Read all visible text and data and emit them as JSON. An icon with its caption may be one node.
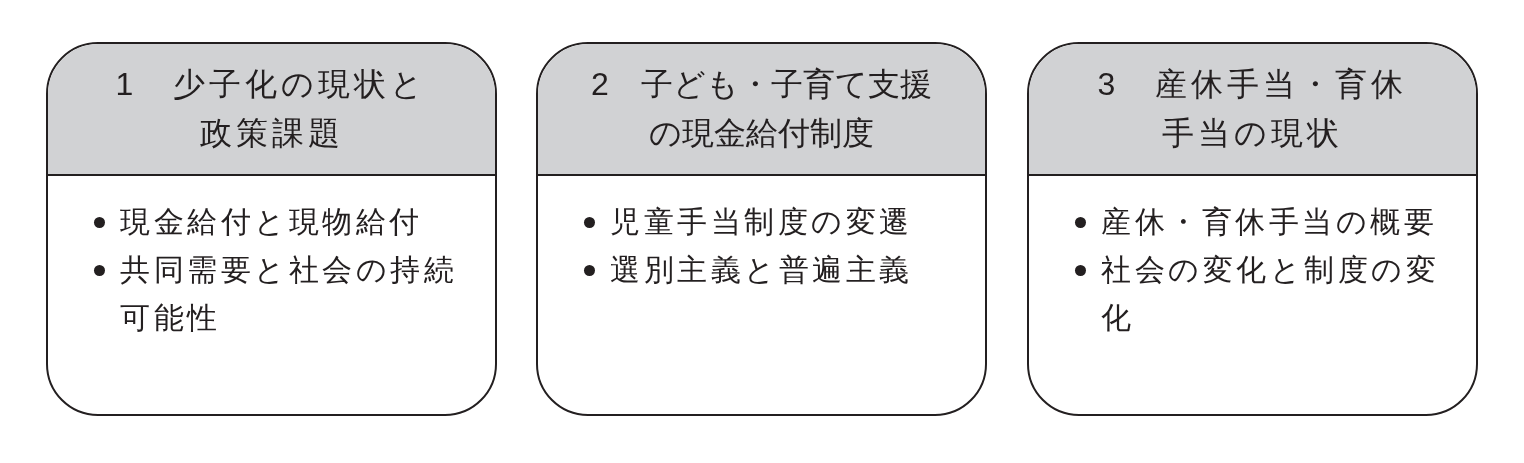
{
  "diagram": {
    "nodes": [
      {
        "text": [
          "1　少子化の現状と政策課題",
          "現金給付と現物給付",
          "共同需要と社会の持続可能性"
        ]
      },
      {
        "text": [
          "2　子ども・子育て支援の現金給付制度",
          "児童手当制度の変遷",
          "選別主義と普遍主義"
        ]
      },
      {
        "text": [
          "3　産休手当・育休手当の現状",
          "産休・育休手当の概要",
          "社会の変化と制度の変化"
        ]
      }
    ]
  }
}
